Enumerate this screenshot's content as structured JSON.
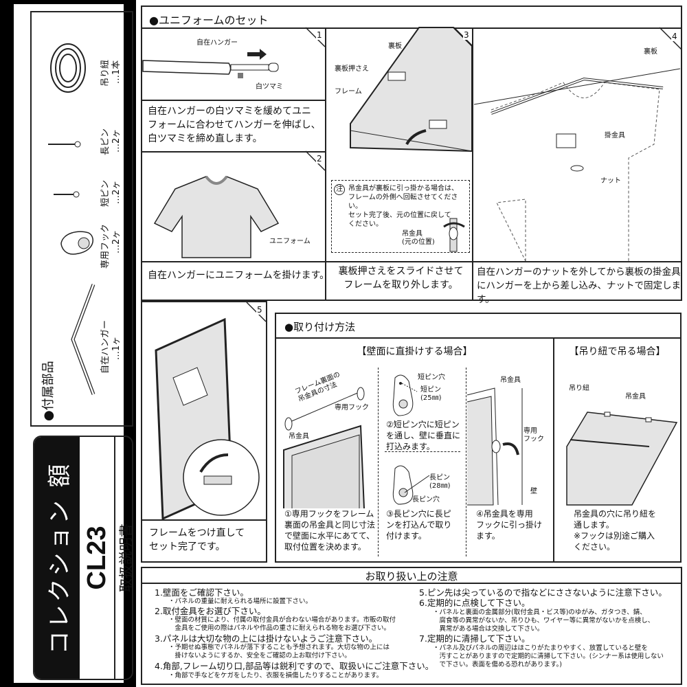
{
  "colors": {
    "background": "#000000",
    "paper": "#ffffff",
    "ink": "#222222",
    "panel_gray": "#e4e4e4"
  },
  "sidebar": {
    "parts_heading": "●付属部品",
    "parts": [
      {
        "name": "自在ハンガー",
        "qty": "…1ヶ",
        "icon": "hanger-icon"
      },
      {
        "name": "専用フック",
        "qty": "…2ヶ",
        "icon": "hook-icon"
      },
      {
        "name": "短ピン",
        "qty": "…2ヶ",
        "icon": "short-pin-icon"
      },
      {
        "name": "長ピン",
        "qty": "…2ヶ",
        "icon": "long-pin-icon"
      },
      {
        "name": "吊り紐",
        "qty": "…1本",
        "icon": "string-icon"
      }
    ],
    "product_name": "コレクション 額",
    "model": "CL23",
    "doc_type": "取扱説明書"
  },
  "uniform_set": {
    "heading": "●ユニフォームのセット",
    "steps": [
      {
        "num": "1",
        "labels": [
          "自在ハンガー",
          "白ツマミ"
        ],
        "text": "自在ハンガーの白ツマミを緩めてユニ\nフォームに合わせてハンガーを伸ばし、\n白ツマミを締め直します。"
      },
      {
        "num": "2",
        "labels": [
          "ユニフォーム"
        ],
        "text": "自在ハンガーにユニフォームを掛けます。"
      },
      {
        "num": "3",
        "labels": [
          "裏板",
          "裏板押さえ",
          "フレーム"
        ],
        "text": "裏板押さえをスライドさせて\nフレームを取り外します。",
        "note": {
          "mark": "注",
          "text": "吊金具が裏板に引っ掛かる場合は、\nフレームの外側へ回転させてください。\nセット完了後、元の位置に戻して\nください。",
          "label": "吊金具\n(元の位置)"
        }
      },
      {
        "num": "4",
        "labels": [
          "裏板",
          "掛金具",
          "ナット"
        ],
        "text": "自在ハンガーのナットを外してから裏板の掛金具\nにハンガーを上から差し込み、ナットで固定します。"
      },
      {
        "num": "5",
        "text": "フレームをつけ直して\nセット完了です。"
      }
    ]
  },
  "mounting": {
    "heading": "●取り付け方法",
    "wall": {
      "title": "【壁面に直掛けする場合】",
      "col1": {
        "labels": [
          "フレーム裏面の\n吊金具の寸法",
          "専用フック",
          "吊金具"
        ],
        "text": "①専用フックをフレーム\n裏面の吊金具と同じ寸法\nで壁面に水平にあてて、\n取付位置を決めます。"
      },
      "col2": {
        "labels": [
          "短ピン穴",
          "短ピン\n(25㎜)",
          "長ピン\n(28㎜)",
          "長ピン穴"
        ],
        "text_a": "②短ピン穴に短ピン\nを通し、壁に垂直に\n打込みます。",
        "text_b": "③長ピン穴に長ピ\nンを打込んで取り\n付けます。"
      },
      "col3": {
        "labels": [
          "吊金具",
          "専用\nフック",
          "壁"
        ],
        "text": "④吊金具を専用\nフックに引っ掛け\nます。"
      }
    },
    "string": {
      "title": "【吊り紐で吊る場合】",
      "labels": [
        "吊り紐",
        "吊金具"
      ],
      "text": "吊金具の穴に吊り紐を\n通します。\n※フックは別途ご購入\nください。"
    }
  },
  "cautions": {
    "heading": "お取り扱い上の注意",
    "items": [
      {
        "title": "1.壁面をご確認下さい。",
        "detail": "・パネルの重量に耐えられる場所に設置下さい。"
      },
      {
        "title": "2.取付金具をお選び下さい。",
        "detail": "・壁面の材質により、付属の取付金具が合わない場合があります。市販の取付\n　金具をご使用の際はパネルや作品の重さに耐えられる物をお選び下さい。"
      },
      {
        "title": "3.パネルは大切な物の上には掛けないようご注意下さい。",
        "detail": "・予期せぬ事態でパネルが落下することも予想されます。大切な物の上には\n　掛けないようにするか、安全をご確認の上お取付け下さい。"
      },
      {
        "title": "4.角部,フレーム切り口,部品等は鋭利ですので、取扱いにご注意下さい。",
        "detail": "・角部で手などをケガをしたり、衣服を損傷したりすることがあります。"
      },
      {
        "title": "5.ピン先は尖っているので指などにささないように注意下さい。",
        "detail": ""
      },
      {
        "title": "6.定期的に点検して下さい。",
        "detail": "・パネルと裏面の金属部分(取付金具・ビス等)のゆがみ、ガタつき、錆、\n　腐食等の異常がないか、吊りひも、ワイヤー等に異常がないかを点検し、\n　異常がある場合は交換して下さい。"
      },
      {
        "title": "7.定期的に清掃して下さい。",
        "detail": "・パネル及びパネルの周辺はほこりがたまりやすく、放置していると壁を\n　汚すことがありますので定期的に清掃して下さい。(シンナー系は使用しない\n　で下さい。表面を傷める恐れがあります。)"
      }
    ]
  }
}
